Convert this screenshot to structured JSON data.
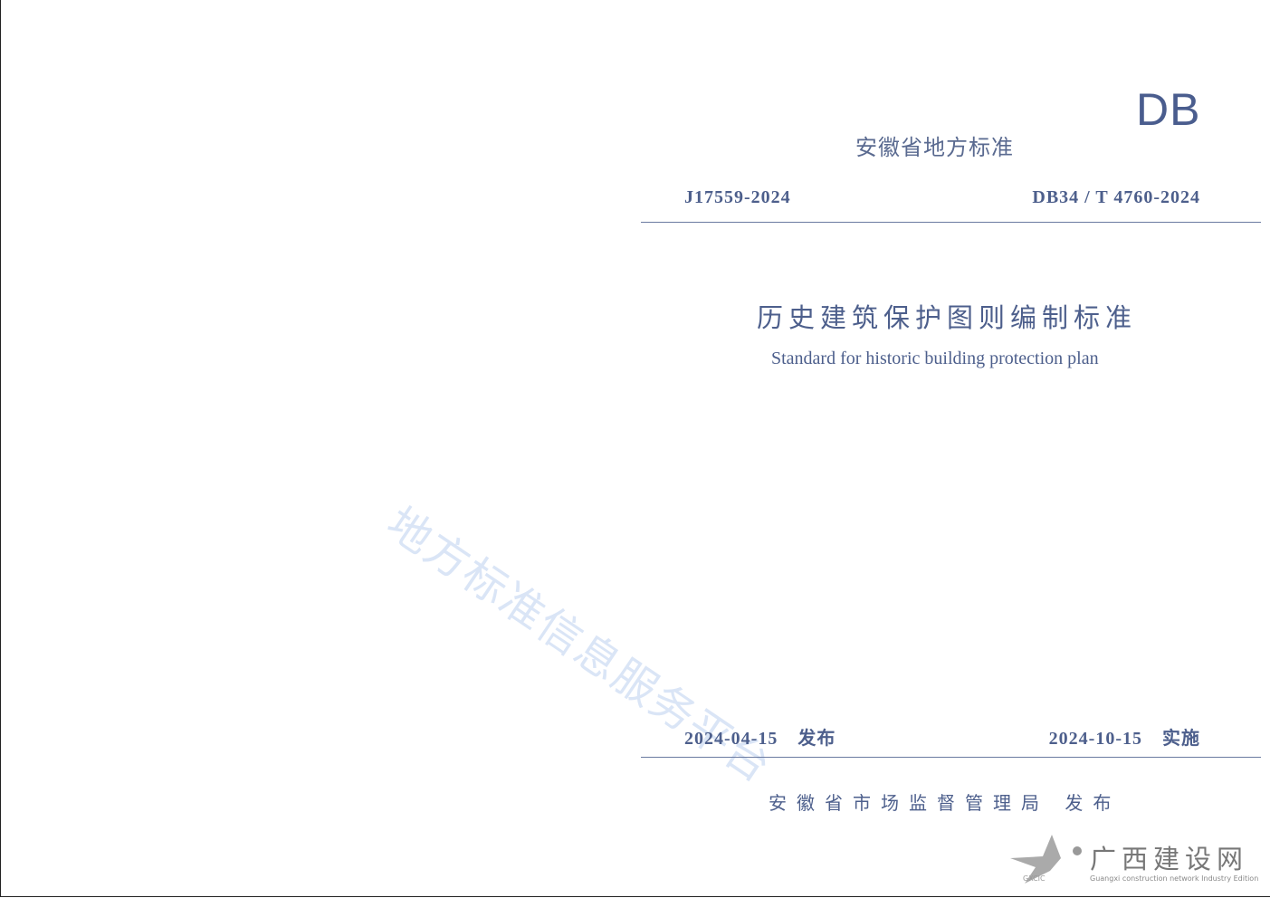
{
  "header": {
    "db_mark": "DB",
    "province_standard": "安徽省地方标准",
    "record_no": "J17559-2024",
    "standard_no": "DB34 / T 4760-2024"
  },
  "title": {
    "cn": "历史建筑保护图则编制标准",
    "en": "Standard for historic building protection plan"
  },
  "dates": {
    "issue_date": "2024-04-15",
    "issue_label": "发布",
    "effective_date": "2024-10-15",
    "effective_label": "实施"
  },
  "issuer": "安徽省市场监督管理局 发布",
  "watermark": "地方标准信息服务平台",
  "logo": {
    "cn": "广西建设网",
    "en": "Guangxi construction network Industry Edition",
    "abbr": "GXCIC"
  }
}
